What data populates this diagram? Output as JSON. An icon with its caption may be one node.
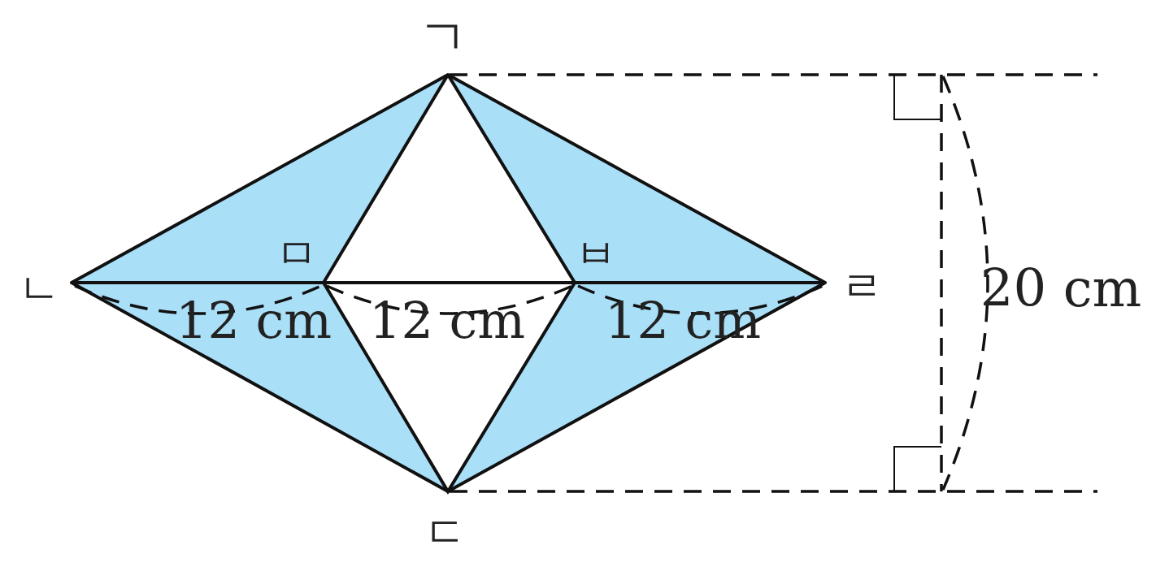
{
  "diagram": {
    "labels": [
      "ㄱ",
      "ㅁ",
      "ㅂ",
      "ㄴ",
      "ㄹ",
      "12 cm",
      "12 cm",
      "12 cm",
      "20 cm",
      "ㄷ"
    ]
  }
}
